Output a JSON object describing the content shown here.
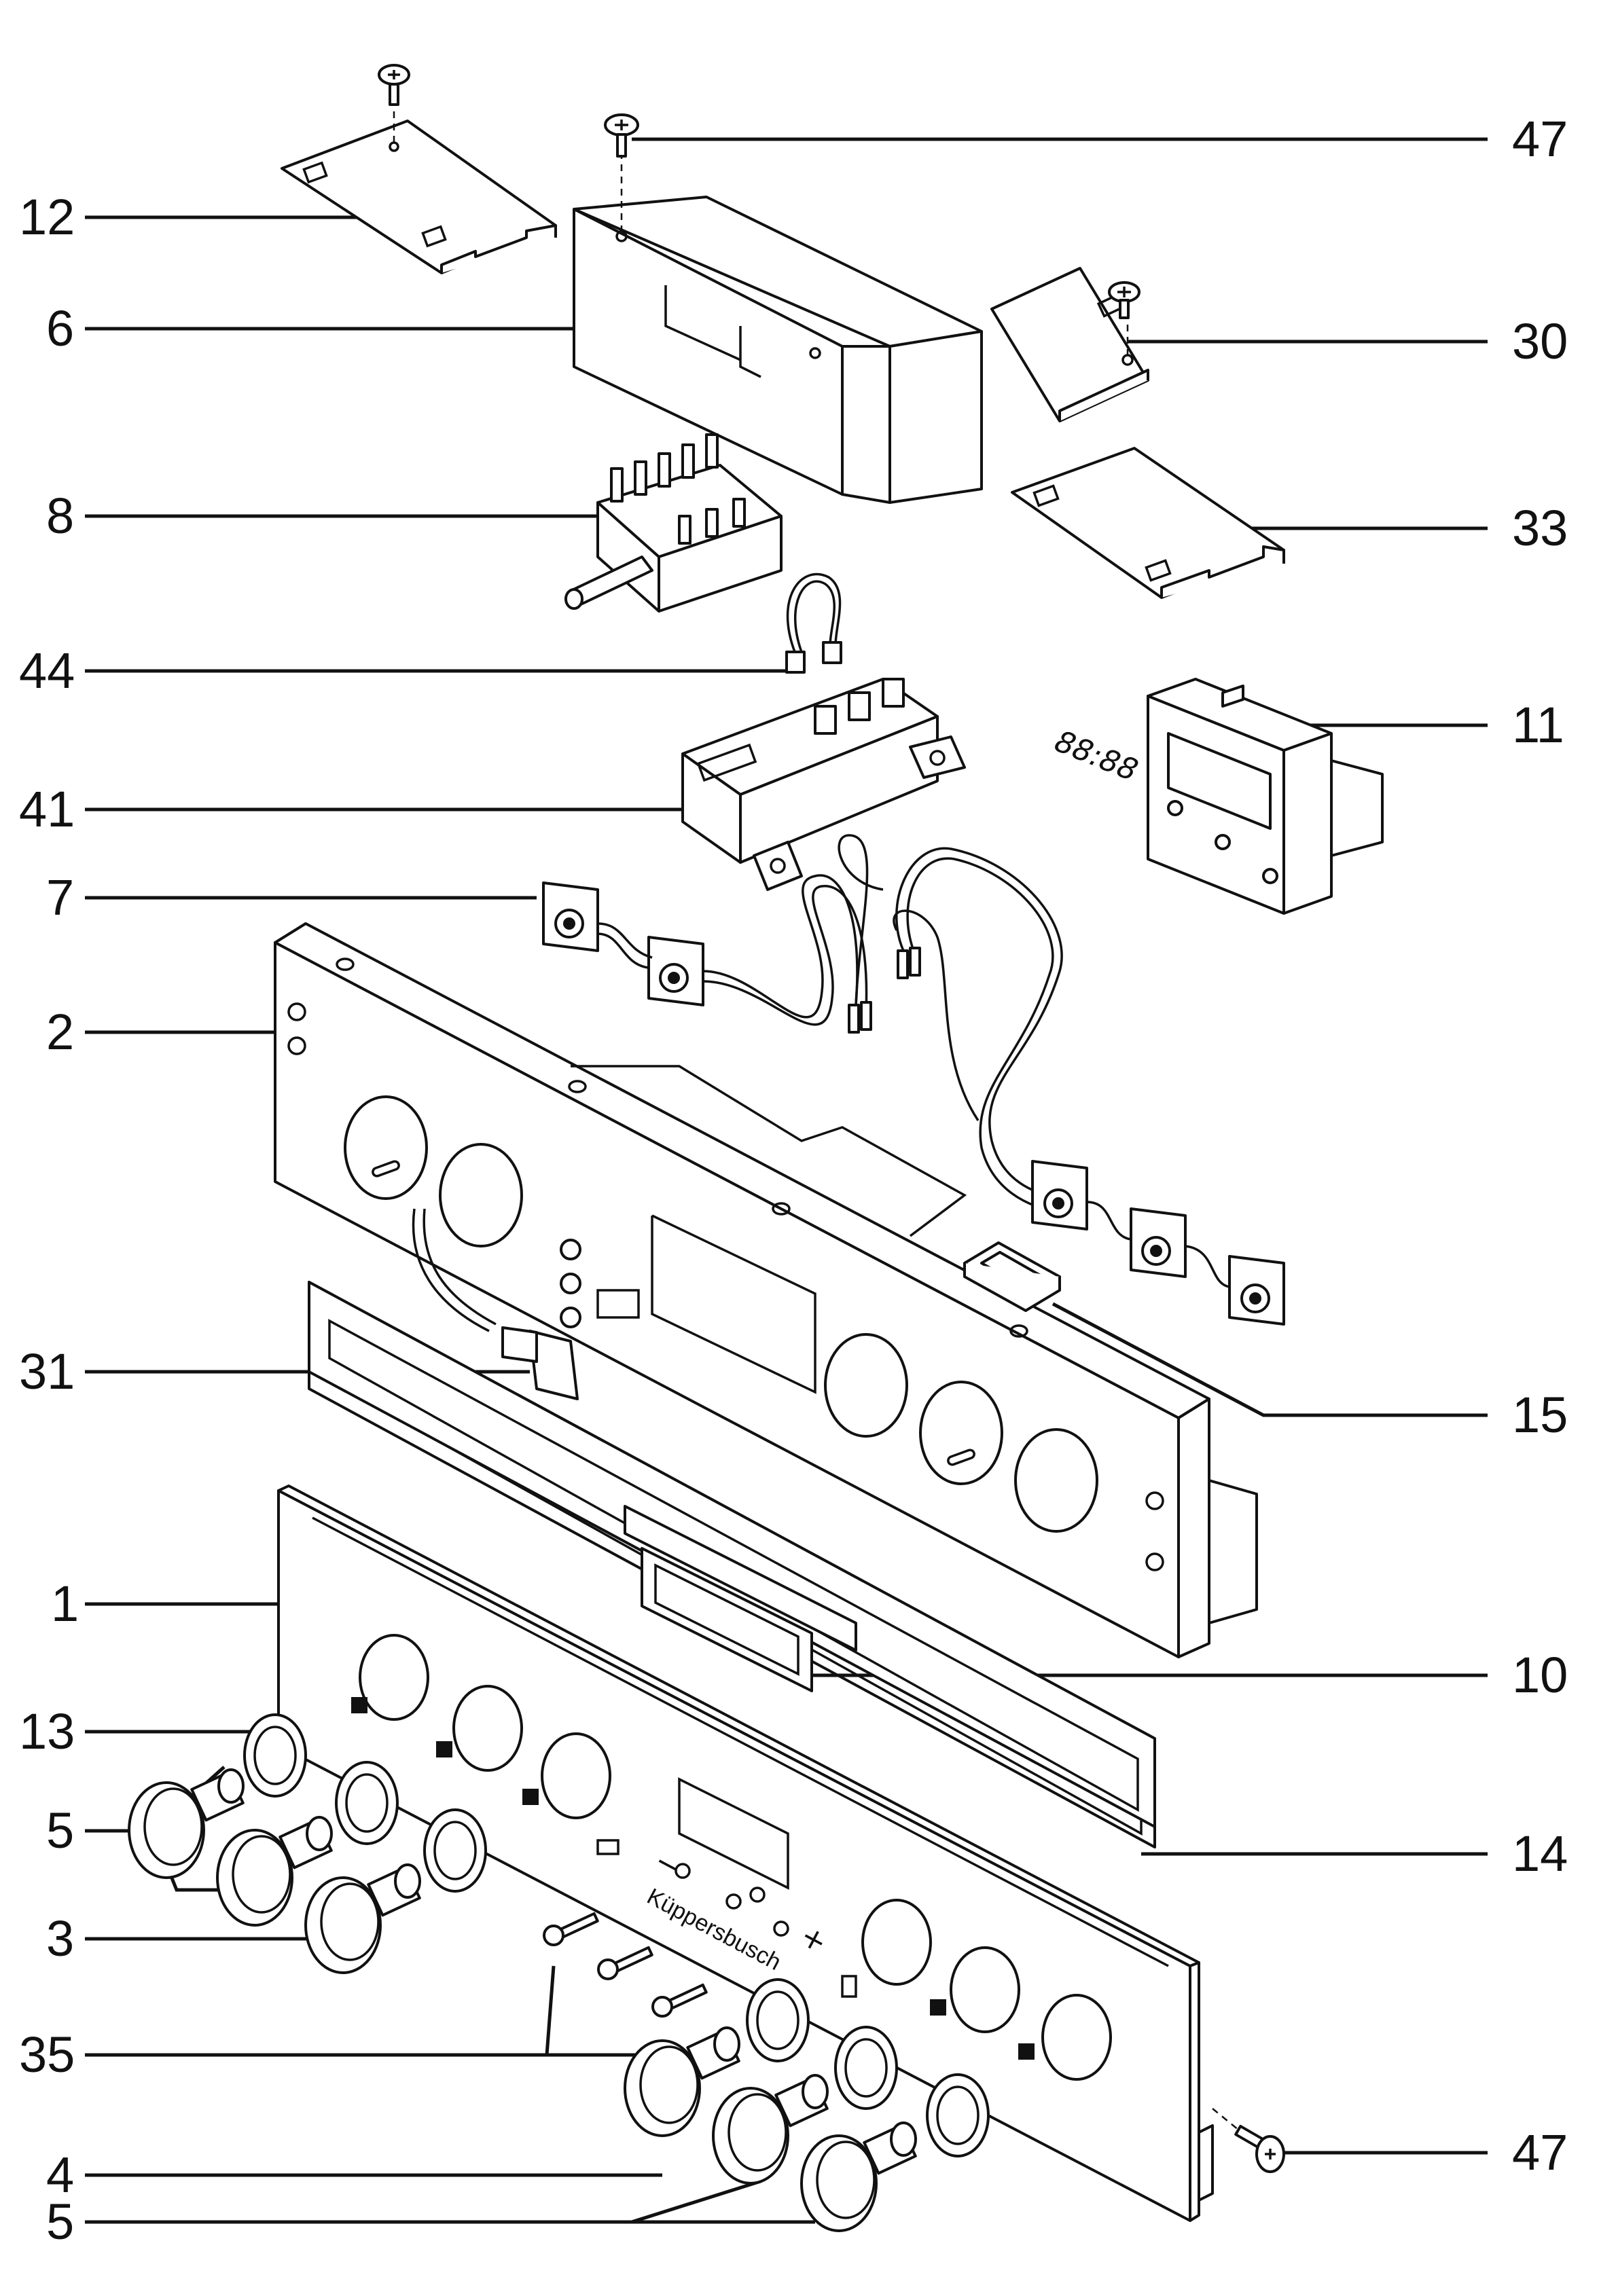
{
  "callouts": {
    "c12": "12",
    "c6": "6",
    "c8": "8",
    "c44": "44",
    "c41": "41",
    "c7": "7",
    "c2": "2",
    "c31": "31",
    "c1": "1",
    "c13": "13",
    "c5a": "5",
    "c3": "3",
    "c35": "35",
    "c4": "4",
    "c5b": "5",
    "c47a": "47",
    "c30": "30",
    "c33": "33",
    "c11": "11",
    "c15": "15",
    "c10": "10",
    "c14": "14",
    "c47b": "47"
  },
  "panel": {
    "brand": "Küppersbusch",
    "minus": "−",
    "plus": "+"
  },
  "clock": {
    "display": "88:88"
  }
}
